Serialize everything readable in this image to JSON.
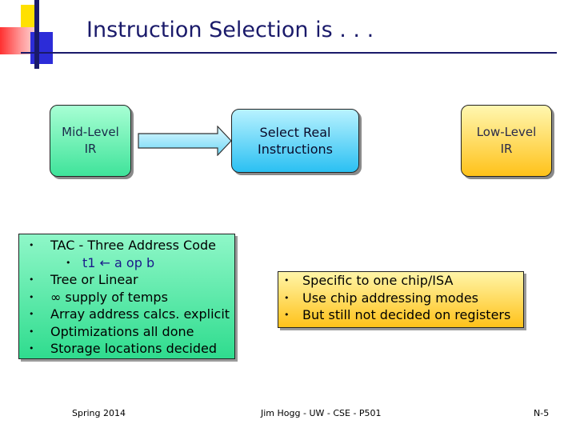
{
  "slide": {
    "title": "Instruction Selection is . . ."
  },
  "flow": {
    "box1": {
      "line1": "Mid-Level",
      "line2": "IR"
    },
    "box2": {
      "line1": "Select Real",
      "line2": "Instructions"
    },
    "box3": {
      "line1": "Low-Level",
      "line2": "IR"
    }
  },
  "mid_bullets": [
    "TAC - Three Address Code",
    "t1 ← a op b",
    "Tree or Linear",
    "∞ supply of temps",
    "Array address calcs. explicit",
    "Optimizations all done",
    "Storage locations decided"
  ],
  "low_bullets": [
    "Specific to one chip/ISA",
    "Use chip addressing modes",
    "But still not decided on registers"
  ],
  "footer": {
    "left": "Spring 2014",
    "center": "Jim Hogg - UW - CSE - P501",
    "right": "N-5"
  },
  "colors": {
    "title": "#1a1a6a",
    "green_box": "#3fe39a",
    "blue_box": "#2bc0f2",
    "yellow_box": "#ffc21a"
  }
}
